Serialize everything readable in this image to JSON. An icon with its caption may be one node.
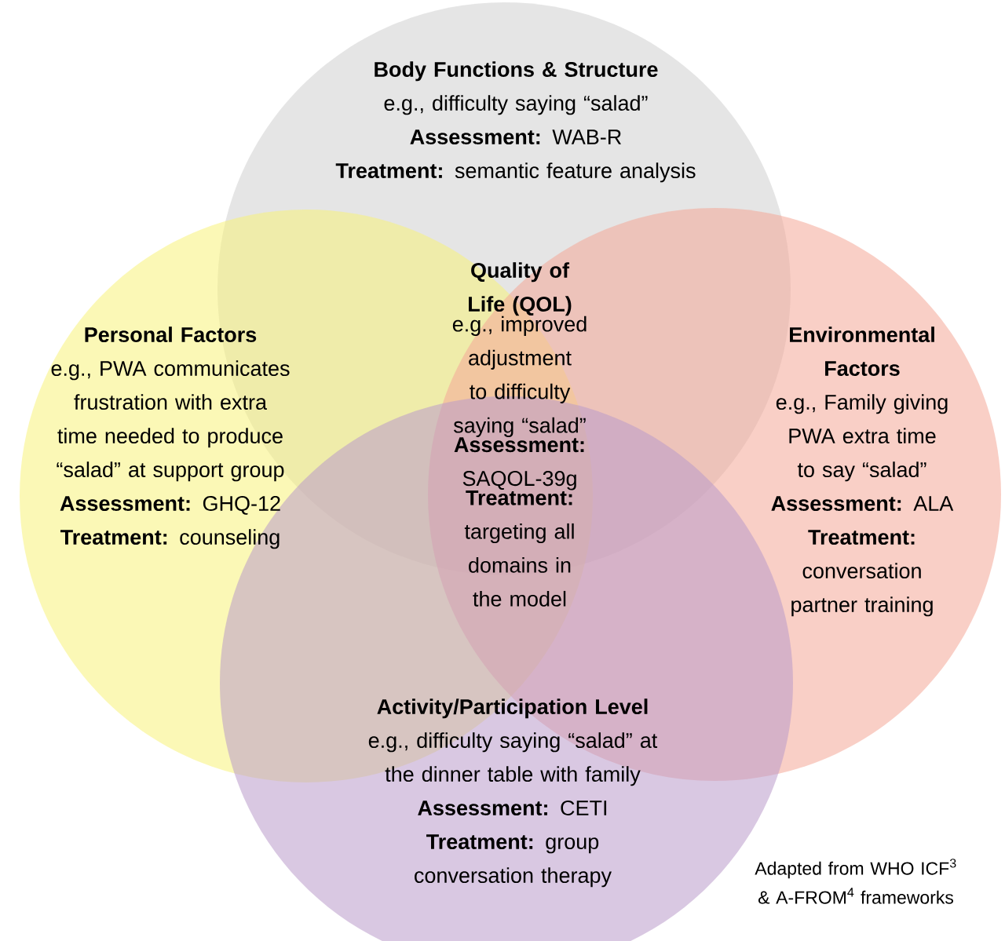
{
  "diagram": {
    "caption": "Adapted from WHO ICF$^{3}$ & A-FROM$^{4}$ frameworks",
    "nodes": [
      {
        "text": [
          "Body Functions & Structure",
          "e.g., difficulty saying “salad”",
          "**Assessment:** WAB-R",
          "**Treatment:** semantic feature analysis"
        ]
      },
      {
        "text": [
          "Personal Factors",
          "e.g., PWA communicates frustration with extra time needed to produce “salad” at support group",
          "**Assessment:** GHQ-12",
          "**Treatment:** counseling"
        ]
      },
      {
        "text": [
          "Environmental Factors",
          "e.g., Family giving PWA extra time to say “salad”",
          "**Assessment:** ALA",
          "**Treatment:** conversation partner training"
        ]
      },
      {
        "text": [
          "Activity/Participation Level",
          "e.g., difficulty saying “salad” at the dinner table with family",
          "**Assessment:** CETI",
          "**Treatment:** group conversation therapy"
        ]
      }
    ],
    "labels": [
      "Quality of Life (QOL)",
      "e.g., improved adjustment to difficulty saying “salad”",
      "**Assessment:** SAQOL-39g",
      "**Treatment:** targeting all domains in the model"
    ]
  }
}
